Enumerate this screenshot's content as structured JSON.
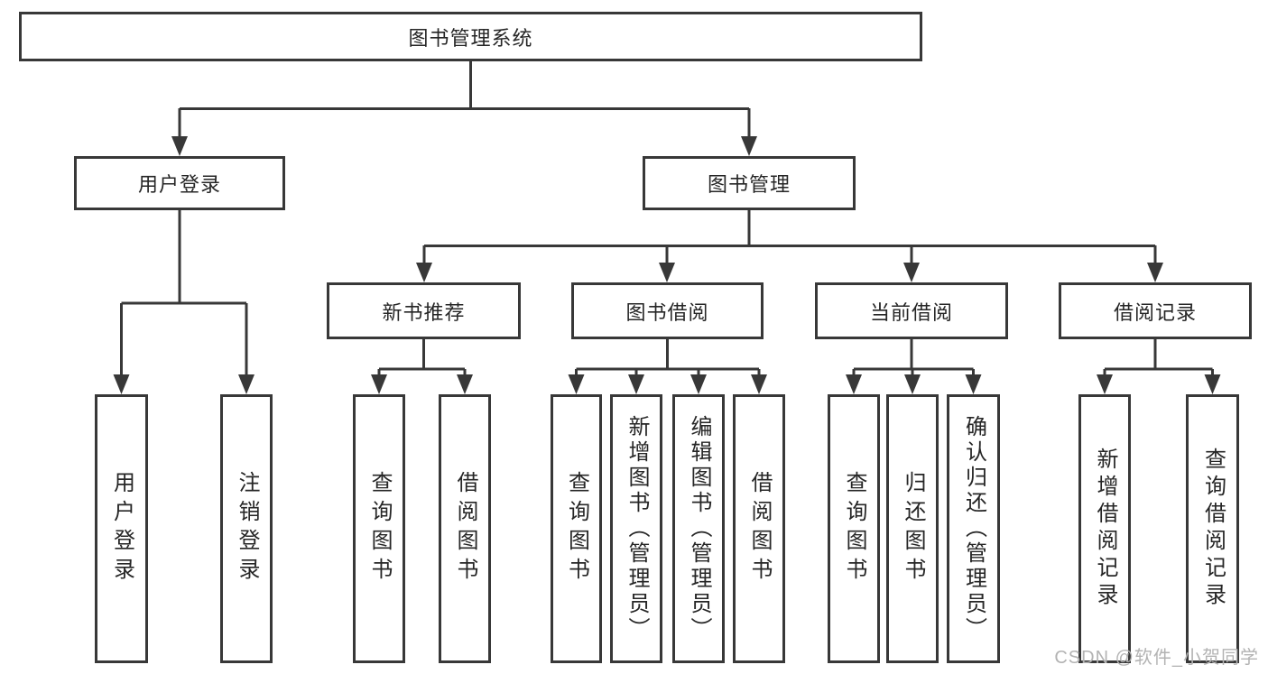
{
  "tree": {
    "root": {
      "label": "图书管理系统"
    },
    "branches": [
      {
        "label": "用户登录",
        "children": [
          {
            "label": "用户登录"
          },
          {
            "label": "注销登录"
          }
        ]
      },
      {
        "label": "图书管理",
        "children": [
          {
            "label": "新书推荐",
            "children": [
              {
                "label": "查询图书"
              },
              {
                "label": "借阅图书"
              }
            ]
          },
          {
            "label": "图书借阅",
            "children": [
              {
                "label": "查询图书"
              },
              {
                "label": "新增图书（管理员）"
              },
              {
                "label": "编辑图书（管理员）"
              },
              {
                "label": "借阅图书"
              }
            ]
          },
          {
            "label": "当前借阅",
            "children": [
              {
                "label": "查询图书"
              },
              {
                "label": "归还图书"
              },
              {
                "label": "确认归还（管理员）"
              }
            ]
          },
          {
            "label": "借阅记录",
            "children": [
              {
                "label": "新增借阅记录"
              },
              {
                "label": "查询借阅记录"
              }
            ]
          }
        ]
      }
    ]
  },
  "watermark": "CSDN @软件_小贺同学",
  "colors": {
    "line": "#383838",
    "text": "#262626",
    "watermark": "#b3b3b3",
    "background": "#ffffff"
  }
}
